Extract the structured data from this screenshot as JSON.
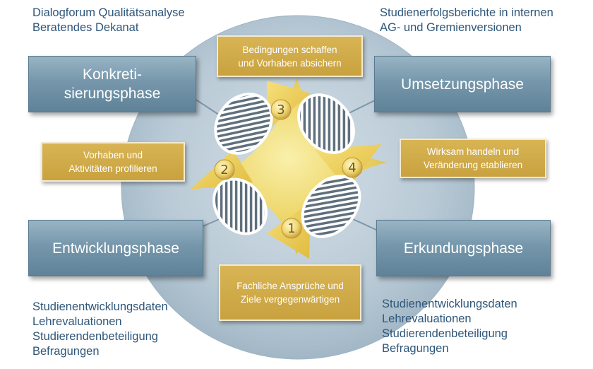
{
  "top_left": [
    "Dialogforum Qualitätsanalyse",
    "Beratendes Dekanat"
  ],
  "top_right": [
    "Studienerfolgsberichte in internen",
    "AG- und Gremienversionen"
  ],
  "bottom_left": [
    "Studienentwicklungsdaten",
    "Lehrevaluationen",
    "Studierendenbeteiligung",
    "Befragungen"
  ],
  "bottom_right": [
    "Studienentwicklungsdaten",
    "Lehrevaluationen",
    "Studierendenbeteiligung",
    "Befragungen"
  ],
  "phases": {
    "konkretisierung": [
      "Konkreti-",
      "sierungsphase"
    ],
    "umsetzung": "Umsetzungsphase",
    "entwicklung": "Entwicklungsphase",
    "erkundung": "Erkundungsphase"
  },
  "actions": {
    "bedingungen": [
      "Bedingungen schaffen",
      "und Vorhaben absichern"
    ],
    "vorhaben": [
      "Vorhaben und",
      "Aktivitäten profilieren"
    ],
    "wirksam": [
      "Wirksam handeln und",
      "Veränderung etablieren"
    ],
    "fachliche": [
      "Fachliche Ansprüche und",
      "Ziele vergegenwärtigen"
    ]
  },
  "steps": [
    "1",
    "2",
    "3",
    "4"
  ],
  "colors": {
    "text_blue": "#2e5679",
    "phase_blue": "#7697ab",
    "gold": "#c9a23f",
    "circle": "#b7c8d4"
  }
}
